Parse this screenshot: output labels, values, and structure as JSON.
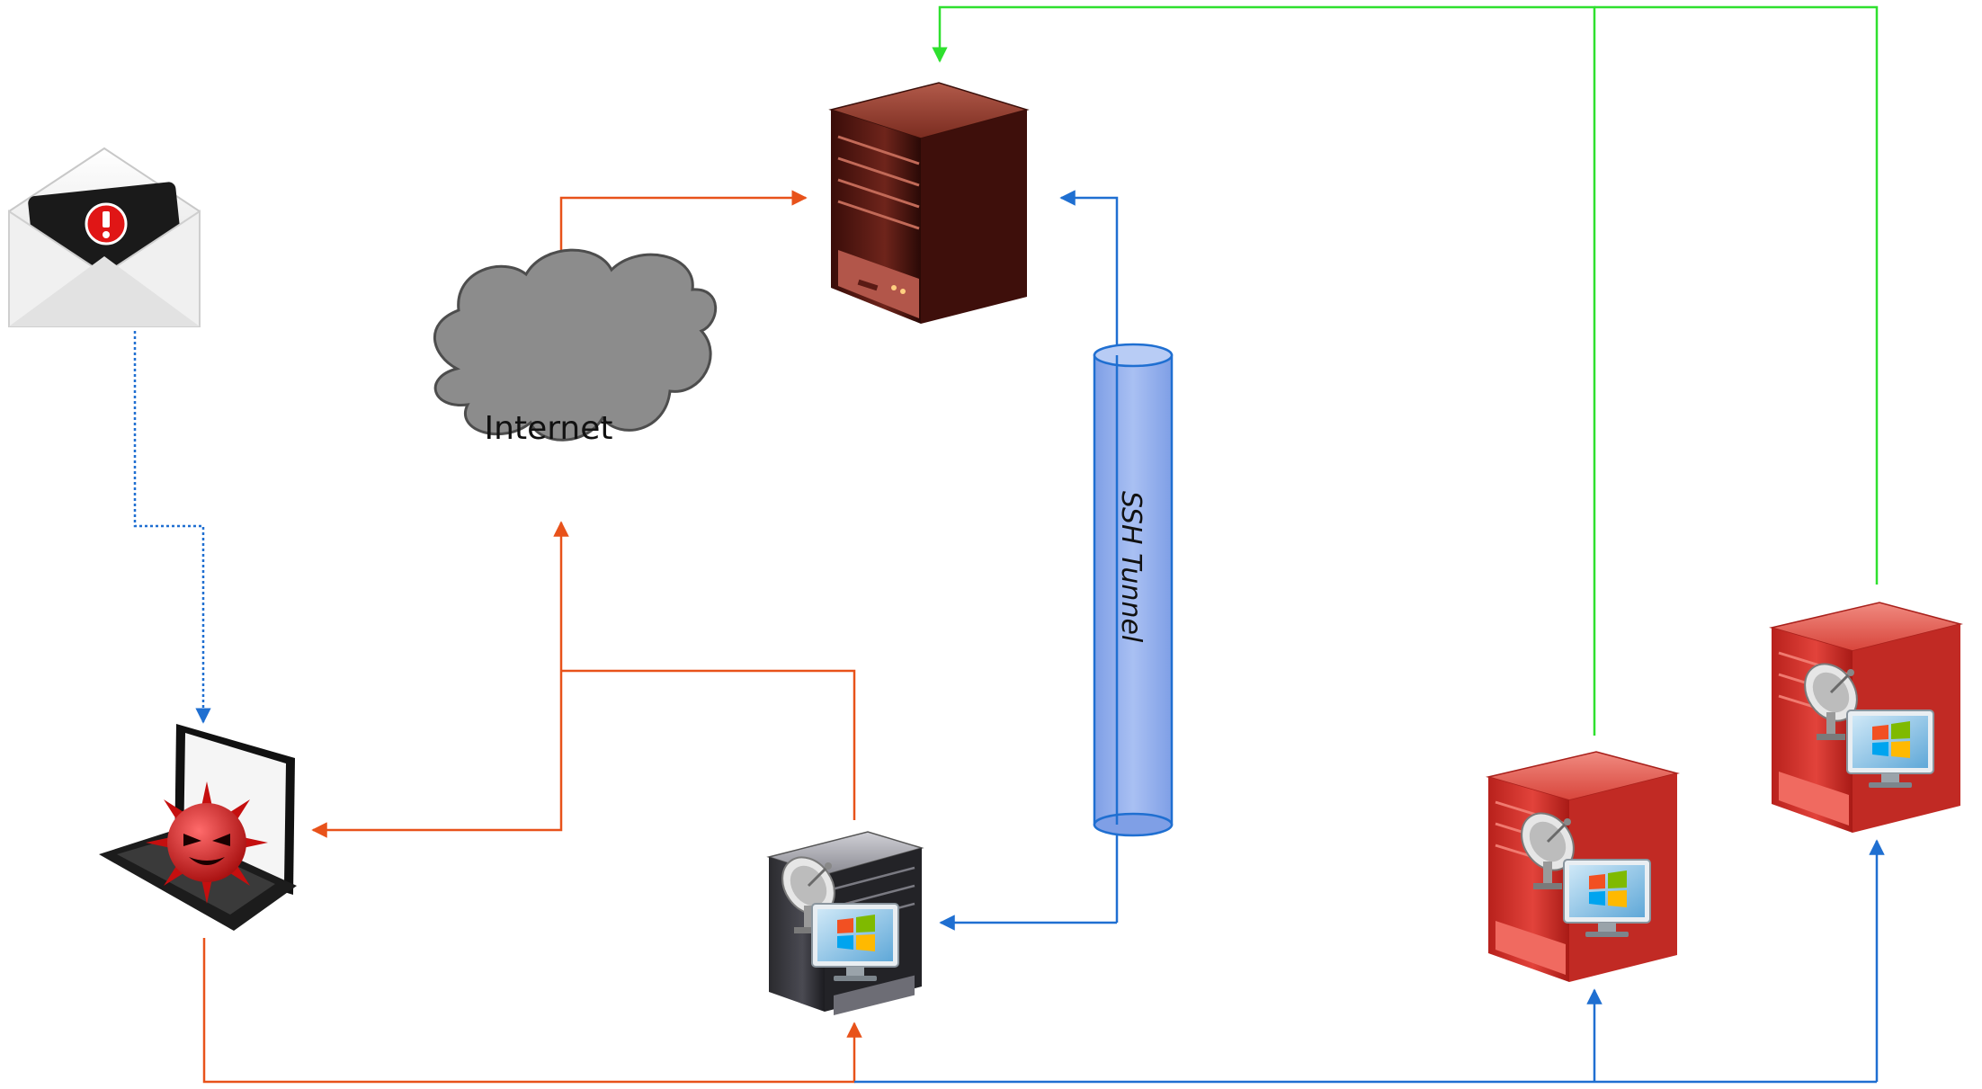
{
  "labels": {
    "internet": "Internet",
    "ssh_tunnel": "SSH Tunnel"
  },
  "nodes": [
    {
      "id": "phishing-email",
      "icon": "envelope-alert-icon"
    },
    {
      "id": "infected-laptop",
      "icon": "laptop-malware-icon"
    },
    {
      "id": "internet-cloud",
      "icon": "cloud-icon"
    },
    {
      "id": "attacker-server",
      "icon": "dark-server-icon"
    },
    {
      "id": "compromised-windows-server",
      "icon": "server-satellite-windows-malware-icon"
    },
    {
      "id": "windows-server-red-1",
      "icon": "server-satellite-windows-icon"
    },
    {
      "id": "windows-server-red-2",
      "icon": "server-satellite-windows-icon"
    }
  ],
  "colors": {
    "orange_link": "#e8521a",
    "blue_link": "#1f6fd1",
    "green_link": "#2fe02f",
    "cloud_fill": "#8c8c8c",
    "tunnel_fill": "#8fb0ee",
    "dark_server": "#5a1a14",
    "red_server": "#d8302b"
  }
}
